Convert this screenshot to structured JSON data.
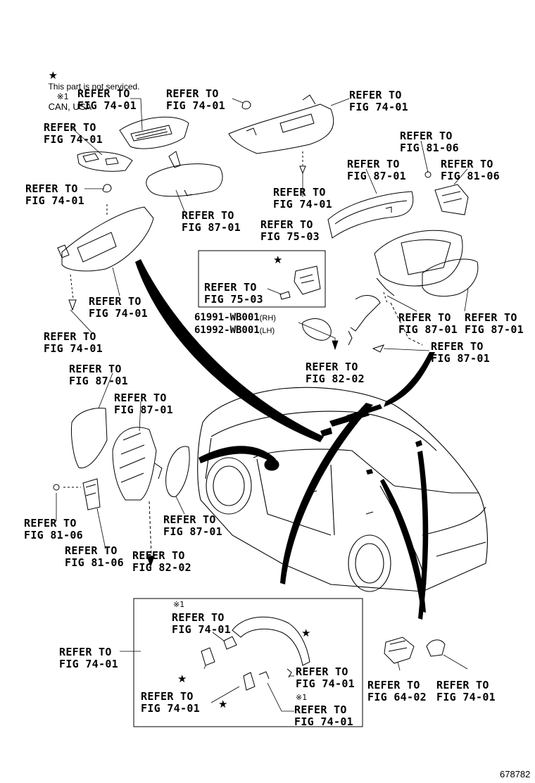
{
  "legend": {
    "star": "★",
    "not_serviced": "This part is not serviced.",
    "market_mark": "※1",
    "market": "CAN, USA"
  },
  "labels": [
    {
      "l1": "REFER TO",
      "l2": "FIG 74-01"
    },
    {
      "l1": "REFER TO",
      "l2": "FIG 74-01"
    },
    {
      "l1": "REFER TO",
      "l2": "FIG 74-01"
    },
    {
      "l1": "REFER TO",
      "l2": "FIG 74-01"
    },
    {
      "l1": "REFER TO",
      "l2": "FIG 81-06"
    },
    {
      "l1": "REFER TO",
      "l2": "FIG 87-01"
    },
    {
      "l1": "REFER TO",
      "l2": "FIG 81-06"
    },
    {
      "l1": "REFER TO",
      "l2": "FIG 74-01"
    },
    {
      "l1": "REFER TO",
      "l2": "FIG 74-01"
    },
    {
      "l1": "REFER TO",
      "l2": "FIG 87-01"
    },
    {
      "l1": "REFER TO",
      "l2": "FIG 75-03"
    },
    {
      "l1": "REFER TO",
      "l2": "FIG 75-03"
    },
    {
      "l1": "REFER TO",
      "l2": "FIG 74-01"
    },
    {
      "l1": "REFER TO",
      "l2": "FIG 74-01"
    },
    {
      "l1": "REFER TO",
      "l2": "FIG 87-01"
    },
    {
      "l1": "REFER TO",
      "l2": "FIG 87-01"
    },
    {
      "l1": "REFER TO",
      "l2": "FIG 87-01"
    },
    {
      "l1": "REFER TO",
      "l2": "FIG 82-02"
    },
    {
      "l1": "REFER TO",
      "l2": "FIG 87-01"
    },
    {
      "l1": "REFER TO",
      "l2": "FIG 87-01"
    },
    {
      "l1": "REFER TO",
      "l2": "FIG 87-01"
    },
    {
      "l1": "REFER TO",
      "l2": "FIG 81-06"
    },
    {
      "l1": "REFER TO",
      "l2": "FIG 81-06"
    },
    {
      "l1": "REFER TO",
      "l2": "FIG 82-02"
    },
    {
      "l1": "REFER TO",
      "l2": "FIG 74-01"
    },
    {
      "l1": "REFER TO",
      "l2": "FIG 74-01"
    },
    {
      "l1": "REFER TO",
      "l2": "FIG 74-01"
    },
    {
      "l1": "REFER TO",
      "l2": "FIG 74-01"
    },
    {
      "l1": "REFER TO",
      "l2": "FIG 74-01"
    },
    {
      "l1": "REFER TO",
      "l2": "FIG 64-02"
    },
    {
      "l1": "REFER TO",
      "l2": "FIG 74-01"
    }
  ],
  "part_numbers": [
    {
      "code": "61991-WB001",
      "side": "(RH)"
    },
    {
      "code": "61992-WB001",
      "side": "(LH)"
    }
  ],
  "diagram_id": "678782"
}
